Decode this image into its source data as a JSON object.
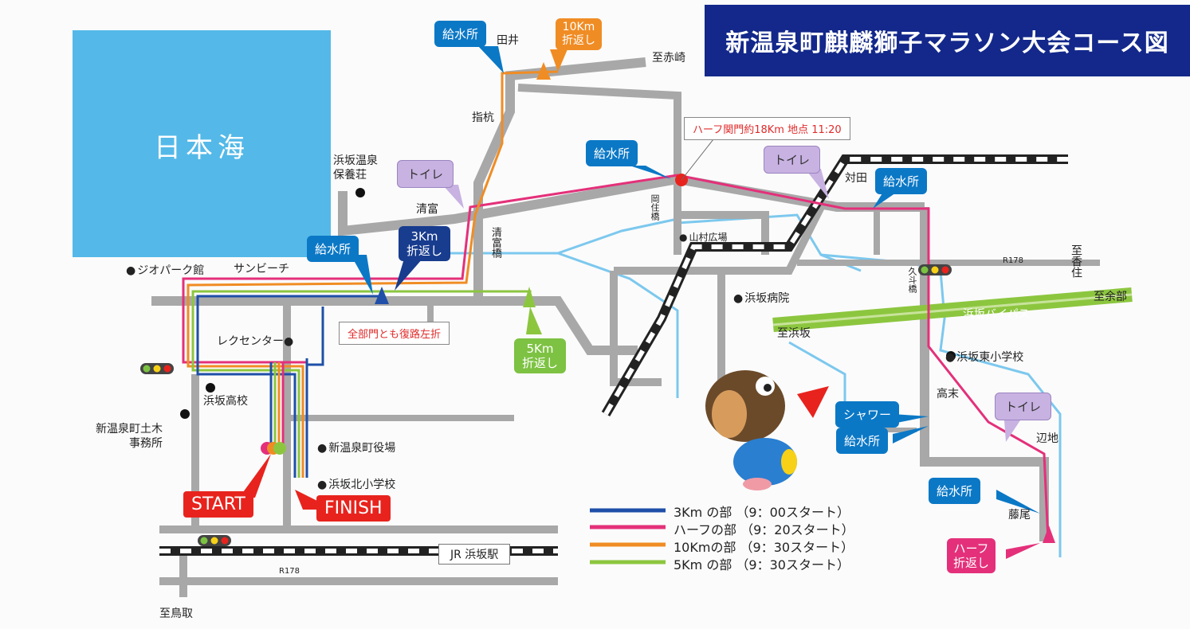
{
  "title": "新温泉町麒麟獅子マラソン大会コース図",
  "sea": "日本海",
  "places": {
    "tai": "田井",
    "akasaki": "至赤崎",
    "sashikui": "指杭",
    "hamasaka_onsen": "浜坂温泉\n保養荘",
    "kiyotomi": "清富",
    "kiyotomi_bridge": "清富橋",
    "geopark": "ジオパーク館",
    "sunbeach": "サンビーチ",
    "reccenter": "レクセンター",
    "high_school": "浜坂高校",
    "doboku": "新温泉町土木\n事務所",
    "town_office": "新温泉町役場",
    "north_school": "浜坂北小学校",
    "station": "JR 浜坂駅",
    "tottori": "至鳥取",
    "r178_south": "R178",
    "okayu_bridge": "岡住橋",
    "yamamura": "山村広場",
    "hospital": "浜坂病院",
    "tsuida": "対田",
    "kuzumi_bridge": "久斗橋",
    "r178_east": "R178",
    "kasumi": "至香住",
    "amarube": "至余部",
    "bypass": "浜坂バイパス",
    "to_hamasaka": "至浜坂",
    "east_school": "浜坂東小学校",
    "takasue": "高末",
    "henchi": "辺地",
    "fujio": "藤尾"
  },
  "labels": {
    "water": "給水所",
    "toilet": "トイレ",
    "shower": "シャワー",
    "turn3km": "3Km\n折返し",
    "turn5km": "5Km\n折返し",
    "turn10km": "10Km\n折返し",
    "turnHalf": "ハーフ\n折返し",
    "half_checkpoint": "ハーフ関門約18Km 地点 11:20",
    "left_turn_note": "全部門とも復路左折",
    "start": "START",
    "finish": "FINISH"
  },
  "legend": [
    {
      "text": "3Km の部 （9：00スタート）",
      "color": "#1f4fa8"
    },
    {
      "text": "ハーフの部 （9：20スタート）",
      "color": "#e4307a"
    },
    {
      "text": "10Kmの部 （9：30スタート）",
      "color": "#f08c24"
    },
    {
      "text": "5Km の部 （9：30スタート）",
      "color": "#8cc63f"
    }
  ],
  "colors": {
    "road": "#a8a8a8",
    "river": "#7cc8ee",
    "sea": "#54b9e8",
    "course_3km": "#1f4fa8",
    "course_half": "#e4307a",
    "course_10km": "#f08c24",
    "course_5km": "#8cc63f",
    "title_bg": "#13288a"
  }
}
